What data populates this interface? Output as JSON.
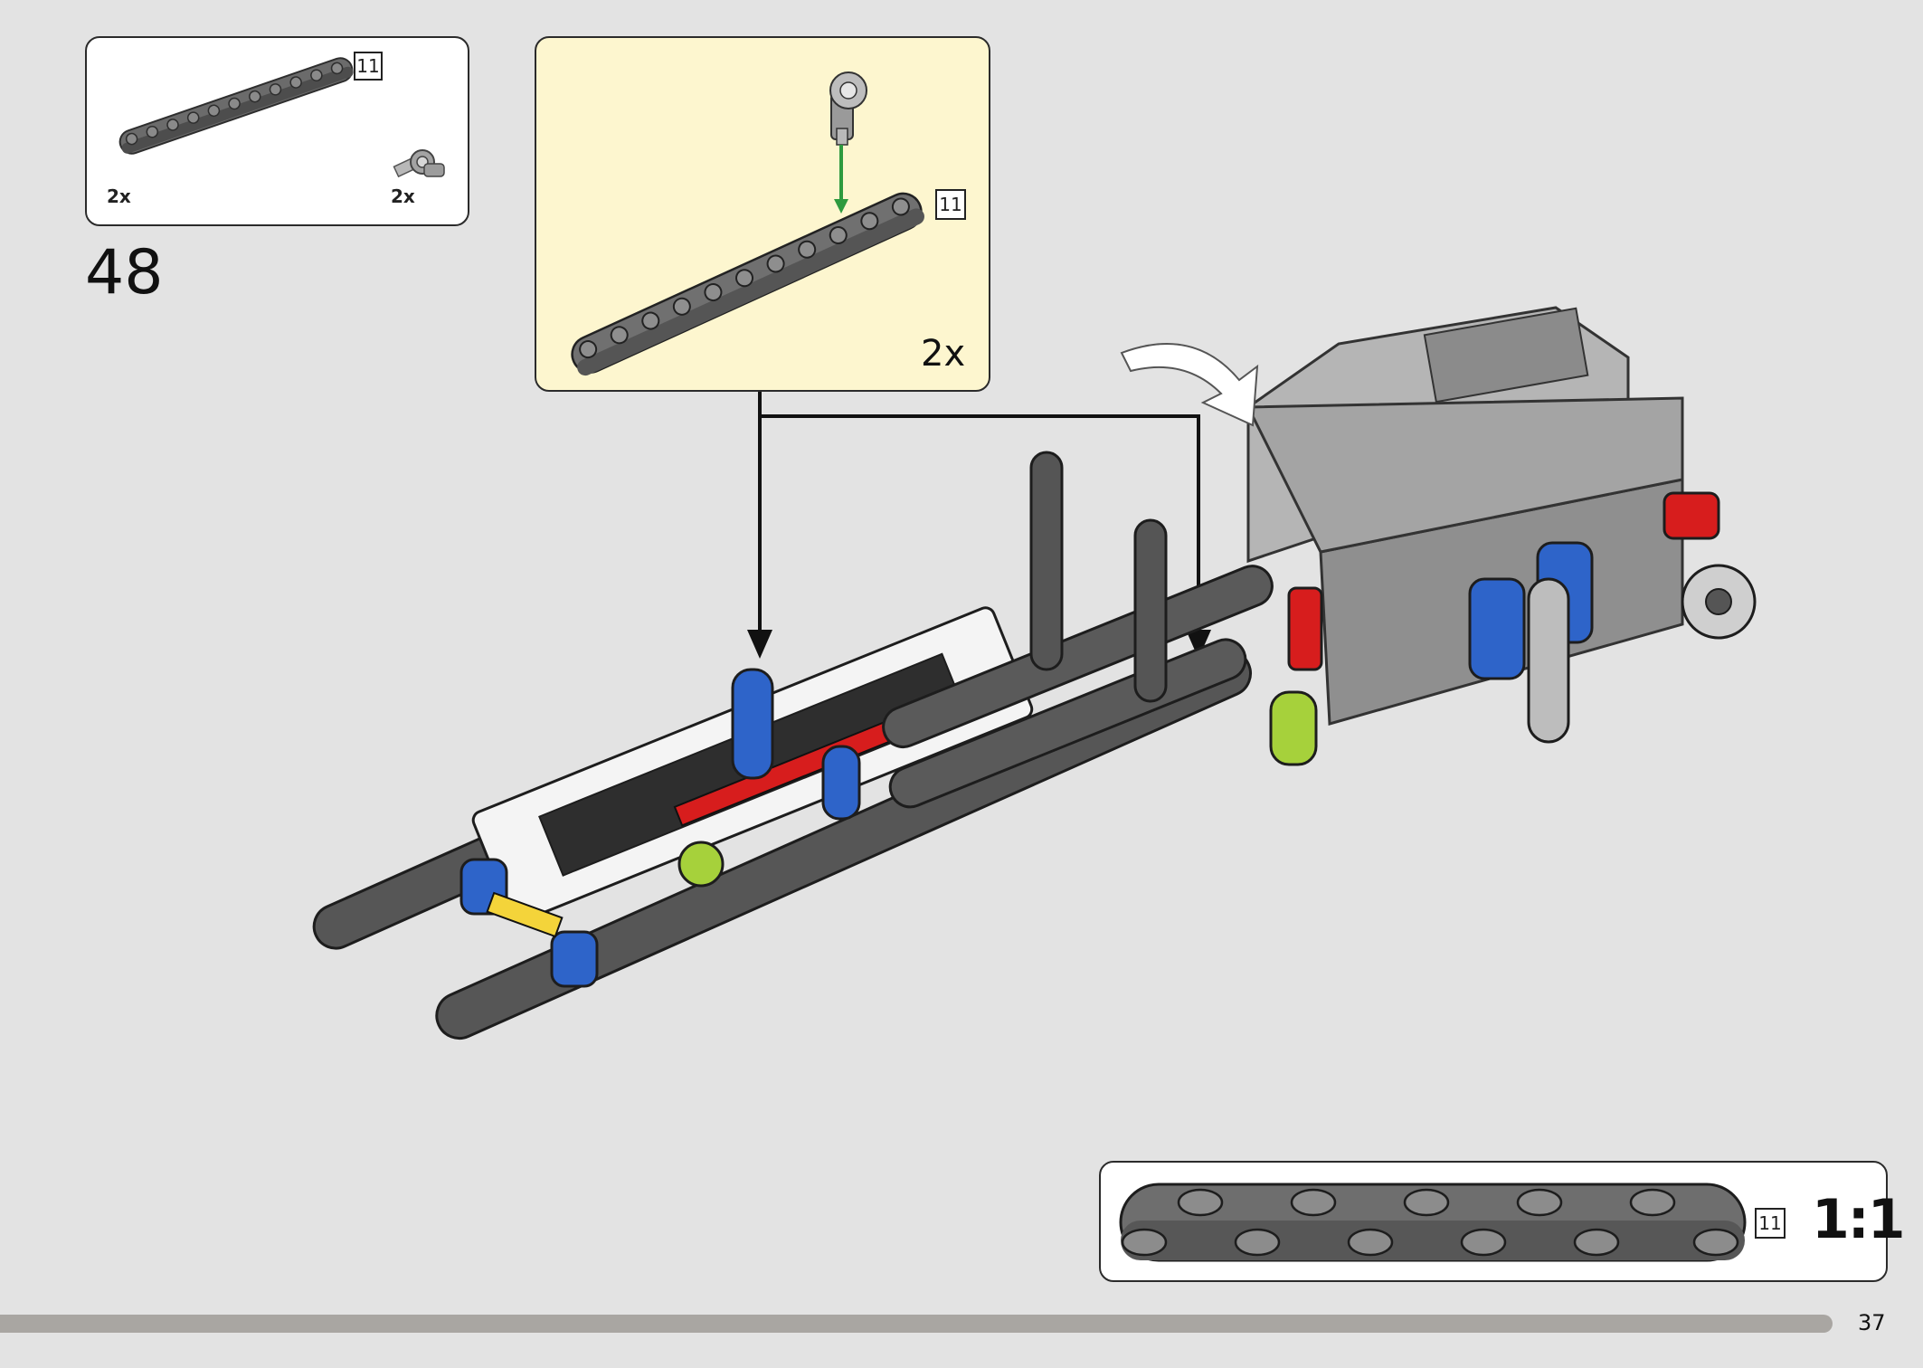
{
  "step": {
    "number": "48"
  },
  "parts_list": {
    "items": [
      {
        "name": "beam-11",
        "length_badge": "11",
        "quantity": "2x"
      },
      {
        "name": "pin-connector",
        "quantity": "2x"
      }
    ]
  },
  "sub_step": {
    "length_badge": "11",
    "quantity": "2x"
  },
  "scale_reference": {
    "length_badge": "11",
    "scale_label": "1:1"
  },
  "page": {
    "number": "37"
  }
}
